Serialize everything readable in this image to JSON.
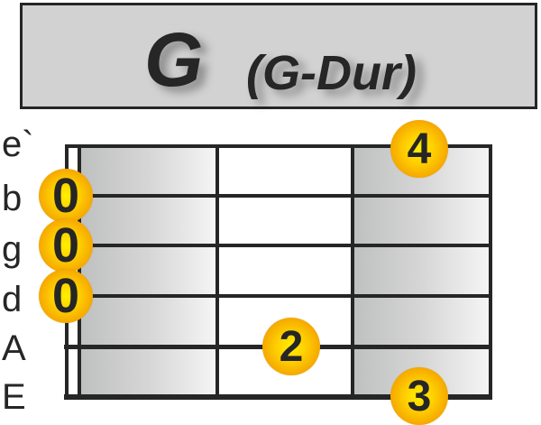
{
  "title": {
    "chord": "G",
    "name": "(G-Dur)"
  },
  "strings": [
    {
      "label": "e`"
    },
    {
      "label": "b"
    },
    {
      "label": "g"
    },
    {
      "label": "d"
    },
    {
      "label": "A"
    },
    {
      "label": "E"
    }
  ],
  "markers": {
    "open_b": "0",
    "open_g": "0",
    "open_d": "0",
    "finger_A_fret2": "2",
    "finger_E_fret3": "3",
    "finger_e_fret3": "4"
  },
  "chord_data": {
    "frets_shown": 3,
    "positions": [
      {
        "string": "e`",
        "fret": 3,
        "finger": 4
      },
      {
        "string": "b",
        "fret": 0,
        "finger": null
      },
      {
        "string": "g",
        "fret": 0,
        "finger": null
      },
      {
        "string": "d",
        "fret": 0,
        "finger": null
      },
      {
        "string": "A",
        "fret": 2,
        "finger": 2
      },
      {
        "string": "E",
        "fret": 3,
        "finger": 3
      }
    ]
  },
  "colors": {
    "title_bg": "#d2d2d2",
    "ink": "#262626",
    "dot": "#f5a800"
  }
}
